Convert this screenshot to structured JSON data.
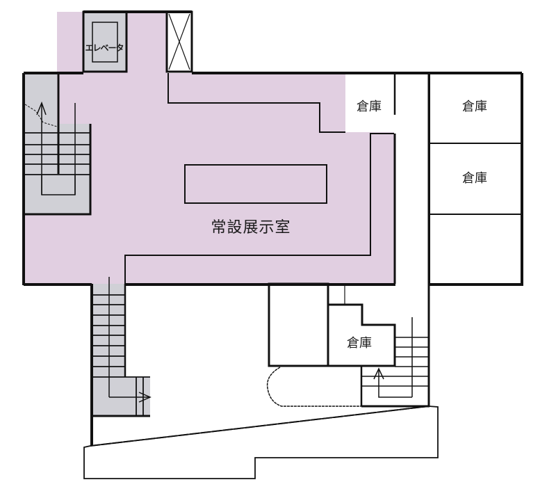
{
  "floor_plan": {
    "colors": {
      "exhibition_fill": "#e1cfe1",
      "service_fill": "#d0d0d6",
      "wall": "#111111",
      "background": "#ffffff"
    },
    "rooms": {
      "exhibition": {
        "label": "常設展示室"
      },
      "elevator": {
        "label": "エレベータ"
      },
      "storage_top_small": {
        "label": "倉庫"
      },
      "storage_right_1": {
        "label": "倉庫"
      },
      "storage_right_2": {
        "label": "倉庫"
      },
      "storage_right_3": {
        "label": ""
      },
      "storage_bottom": {
        "label": "倉庫"
      }
    },
    "features": [
      {
        "id": "elevator-shaft",
        "type": "elevator"
      },
      {
        "id": "void-shaft",
        "type": "void-x"
      },
      {
        "id": "stairs-northwest",
        "type": "stairs"
      },
      {
        "id": "stairs-west",
        "type": "stairs"
      },
      {
        "id": "stairs-southeast",
        "type": "stairs"
      },
      {
        "id": "display-case",
        "type": "display"
      },
      {
        "id": "entrance-ramp",
        "type": "ramp"
      }
    ]
  }
}
